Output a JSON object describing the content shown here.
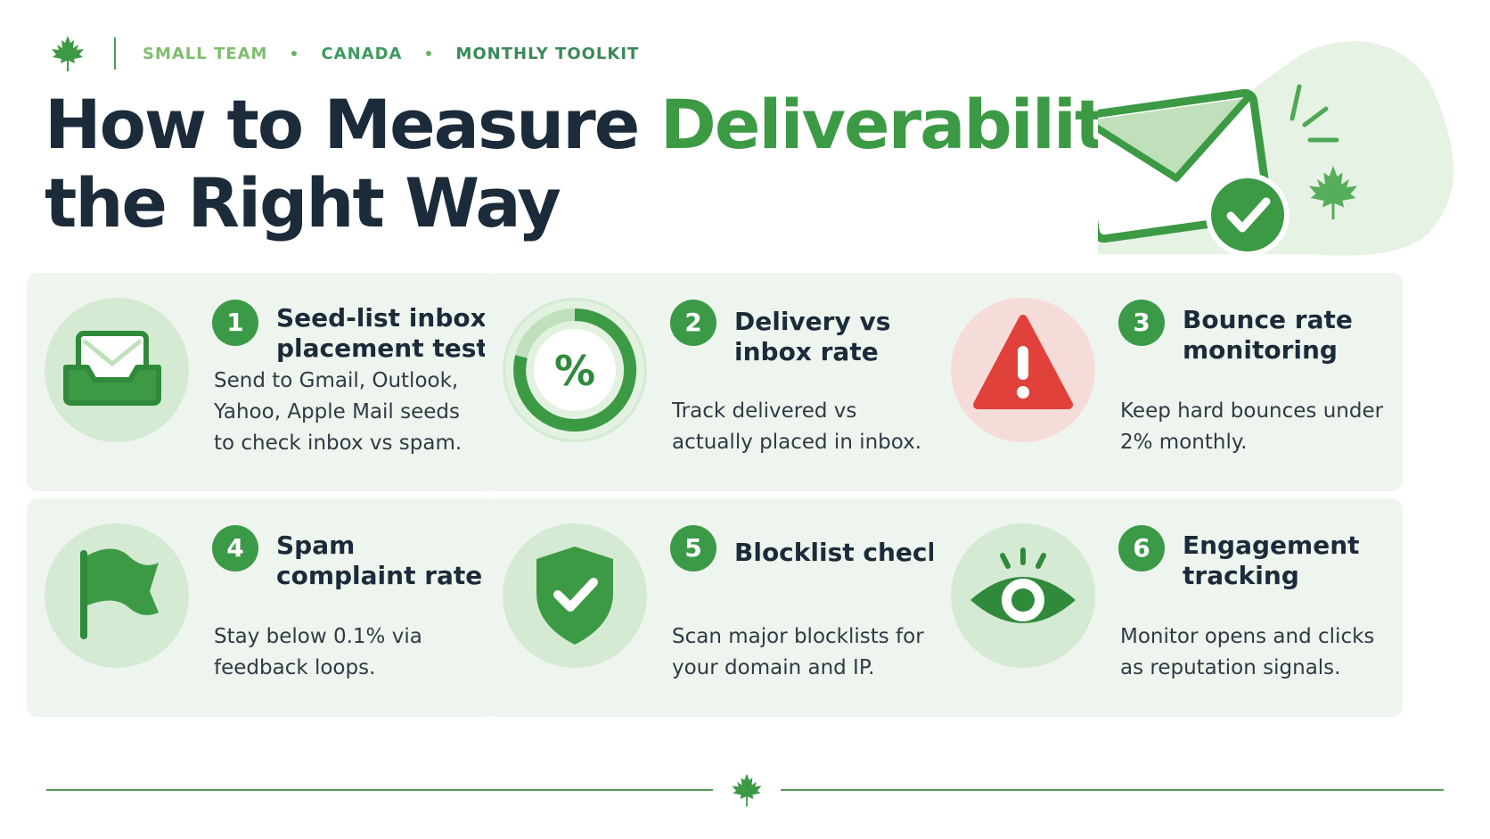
{
  "header": {
    "tags": [
      "SMALL TEAM",
      "CANADA",
      "MONTHLY TOOLKIT"
    ],
    "title_part1": "How to Measure ",
    "title_highlight": "Deliverability",
    "title_part2": "the Right Way"
  },
  "colors": {
    "brand_green": "#3c9a45",
    "dark_text": "#1c2b3a",
    "card_bg": "#eef5ee",
    "icon_circle": "#d4ead2",
    "warning_red": "#e0413a"
  },
  "cards": [
    {
      "number": "1",
      "title": "Seed-list inbox placement test",
      "description": "Send to Gmail, Outlook, Yahoo, Apple Mail seeds to check inbox vs spam.",
      "icon": "inbox-tray-envelope-icon"
    },
    {
      "number": "2",
      "title": "Delivery vs inbox rate",
      "description": "Track delivered vs actually placed in inbox.",
      "icon": "percent-gauge-icon"
    },
    {
      "number": "3",
      "title": "Bounce rate monitoring",
      "description": "Keep hard bounces under 2% monthly.",
      "icon": "warning-triangle-icon"
    },
    {
      "number": "4",
      "title": "Spam complaint rate",
      "description": "Stay below 0.1% via feedback loops.",
      "icon": "flag-icon"
    },
    {
      "number": "5",
      "title": "Blocklist check",
      "description": "Scan major blocklists for your domain and IP.",
      "icon": "shield-check-icon"
    },
    {
      "number": "6",
      "title": "Engagement tracking",
      "description": "Monitor opens and clicks as reputation signals.",
      "icon": "eye-icon"
    }
  ]
}
